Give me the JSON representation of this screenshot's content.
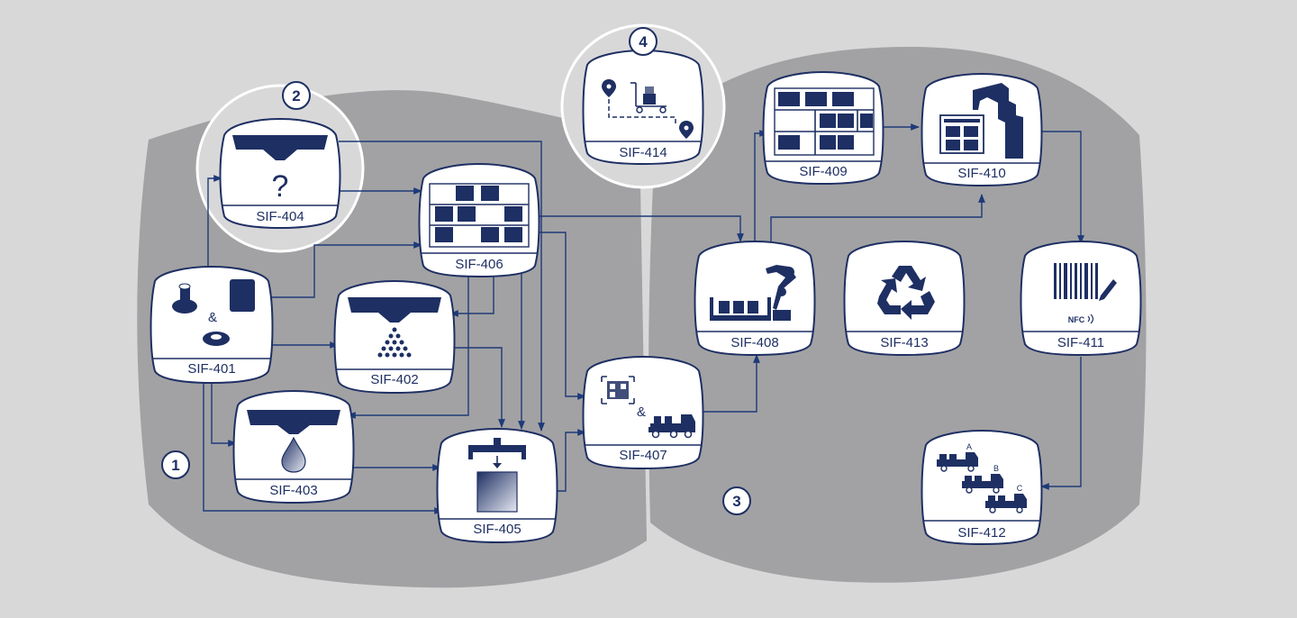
{
  "diagram": {
    "zones": [
      {
        "id": "zone-1",
        "label": "1"
      },
      {
        "id": "zone-2",
        "label": "2"
      },
      {
        "id": "zone-3",
        "label": "3"
      },
      {
        "id": "zone-4",
        "label": "4"
      }
    ],
    "nodes": [
      {
        "id": "sif-401",
        "label": "SIF-401",
        "amp": "&"
      },
      {
        "id": "sif-402",
        "label": "SIF-402"
      },
      {
        "id": "sif-403",
        "label": "SIF-403"
      },
      {
        "id": "sif-404",
        "label": "SIF-404",
        "symbol": "?"
      },
      {
        "id": "sif-405",
        "label": "SIF-405"
      },
      {
        "id": "sif-406",
        "label": "SIF-406"
      },
      {
        "id": "sif-407",
        "label": "SIF-407",
        "amp": "&"
      },
      {
        "id": "sif-408",
        "label": "SIF-408"
      },
      {
        "id": "sif-409",
        "label": "SIF-409"
      },
      {
        "id": "sif-410",
        "label": "SIF-410"
      },
      {
        "id": "sif-411",
        "label": "SIF-411",
        "badge": "NFC"
      },
      {
        "id": "sif-412",
        "label": "SIF-412",
        "trucks": [
          "A",
          "B",
          "C"
        ]
      },
      {
        "id": "sif-413",
        "label": "SIF-413"
      },
      {
        "id": "sif-414",
        "label": "SIF-414"
      }
    ],
    "icons": {
      "sif-401": "parts-icon",
      "sif-402": "granule-dispenser-icon",
      "sif-403": "liquid-dispenser-icon",
      "sif-404": "unknown-dispenser-icon",
      "sif-405": "press-icon",
      "sif-406": "shelf-storage-icon",
      "sif-407": "qr-code-truck-icon",
      "sif-408": "robot-arm-icon",
      "sif-409": "warehouse-rack-icon",
      "sif-410": "robot-loader-icon",
      "sif-411": "barcode-nfc-icon",
      "sif-412": "delivery-trucks-icon",
      "sif-413": "recycle-icon",
      "sif-414": "route-cart-icon"
    },
    "colors": {
      "background": "#d8d8d9",
      "zone_fill": "#a2a2a4",
      "node_stroke": "#1e2f63",
      "edge": "#1e3a78",
      "node_fill": "#ffffff"
    }
  }
}
